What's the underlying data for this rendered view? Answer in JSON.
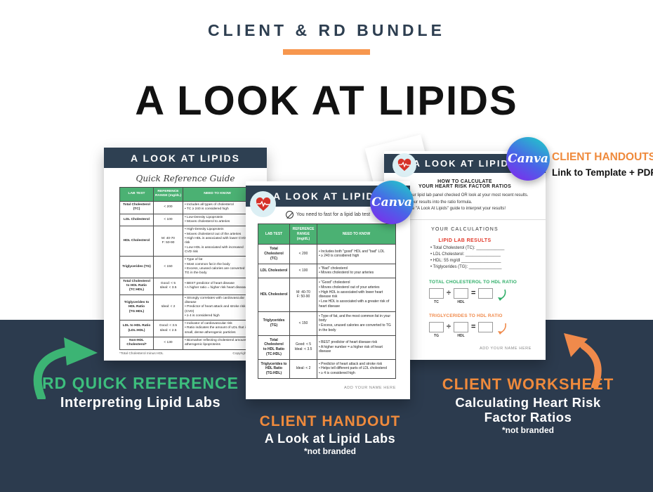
{
  "header": {
    "kicker": "CLIENT & RD BUNDLE",
    "title": "A LOOK AT LIPIDS"
  },
  "colors": {
    "navy": "#2E4052",
    "band": "#2C3B4E",
    "table_green": "#4BB173",
    "label_green": "#3DBE7D",
    "orange": "#EF8A3C",
    "bar_orange": "#F7974E",
    "result_red": "#E23A2B",
    "heart_red": "#D63229",
    "canva_gradient": [
      "#23C3CB",
      "#4A63E8",
      "#7C2FEB"
    ]
  },
  "canva": {
    "label": "Canva"
  },
  "docs": {
    "rd": {
      "header": "A LOOK AT LIPIDS",
      "subtitle": "Quick Reference Guide",
      "headers": [
        "LAB TEST",
        "REFERENCE RANGE (mg/dL)",
        "NEED TO KNOW"
      ],
      "rows": [
        {
          "lab": "Total Cholesterol\n(TC)",
          "range": "< 200",
          "know": "• Includes all types of cholesterol\n• TC ≥ 240 is considered high"
        },
        {
          "lab": "LDL Cholesterol",
          "range": "< 100",
          "know": "• Low-Density Lipoprotein\n• Moves cholesterol to arteries"
        },
        {
          "lab": "HDL Cholesterol",
          "range": "M: 40-70\nF: 50-90",
          "know": "• High-Density Lipoprotein\n• Moves cholesterol out of the arteries\n• High HDL is associated with lower CVD risk\n• Low HDL is associated with increased CVD risk"
        },
        {
          "lab": "Triglycerides (TG)",
          "range": "< 150",
          "know": "• Type of fat\n• Most common fat in the body\n• Excess, unused calories are converted to TG in the body"
        },
        {
          "lab": "Total Cholesterol\nto HDL Ratio\n(TC:HDL)",
          "range": "Good: < 5\nIdeal: < 3.5",
          "know": "• BEST predictor of heart disease\n• A higher ratio = higher risk heart disease"
        },
        {
          "lab": "Triglycerides to\nHDL Ratio\n(TG:HDL)",
          "range": "Ideal: < 2",
          "know": "• Strongly correlates with cardiovascular disease\n• Predictor of heart attack and stroke risk (CVD)\n• ≥ 4 is considered high"
        },
        {
          "lab": "LDL to HDL Ratio\n(LDL:HDL)",
          "range": "Good: < 3.5\nIdeal: < 2.5",
          "know": "• Indicator of cardiovascular risk\n• Ratio indicates the amount of LDL that is small, dense atherogenic particles"
        },
        {
          "lab": "Non-HDL\nCholesterol*",
          "range": "< 130",
          "know": "• Biomarker reflecting cholesterol amount in atherogenic lipoproteins"
        }
      ],
      "footnote": "*Total Cholesterol minus HDL",
      "copyright": "Copyright © The FN"
    },
    "handout": {
      "header": "A LOOK AT LIPIDS",
      "fasting_note": "You need to fast for a lipid lab test",
      "headers": [
        "LAB TEST",
        "REFERENCE RANGE (mg/dL)",
        "NEED TO KNOW"
      ],
      "rows": [
        {
          "lab": "Total Cholesterol\n(TC)",
          "range": "< 200",
          "know": "• Includes both \"good\" HDL and \"bad\" LDL\n• ≥ 240 is considered high"
        },
        {
          "lab": "LDL Cholesterol",
          "range": "< 100",
          "know": "• \"Bad\" cholesterol\n• Moves cholesterol to your arteries"
        },
        {
          "lab": "HDL Cholesterol",
          "range": "M: 40-70\nF: 50-90",
          "know": "• \"Good\" cholesterol\n• Moves cholesterol out of your arteries\n• High HDL is associated with lower heart disease risk\n• Low HDL is associated with a greater risk of heart disease"
        },
        {
          "lab": "Triglycerides (TG)",
          "range": "< 150",
          "know": "• Type of fat, and the most common fat in your body\n• Excess, unused calories are converted to TG in the body"
        },
        {
          "lab": "Total Cholesterol\nto HDL Ratio\n(TC:HDL)",
          "range": "Good: < 5\nIdeal: < 3.5",
          "know": "• BEST predictor of heart disease risk\n• A higher number = a higher risk of heart disease"
        },
        {
          "lab": "Triglycerides to\nHDL Ratio\n(TG:HDL)",
          "range": "Ideal: < 2",
          "know": "• Predictor of heart attack and stroke risk\n• Helps tell different parts of LDL cholesterol\n• ≥ 4 is considered high"
        }
      ],
      "footer": "ADD YOUR NAME HERE"
    },
    "worksheet": {
      "header": "A LOOK AT LIPIDS",
      "how_title": "HOW TO CALCULATE\nYOUR HEART RISK FACTOR RATIOS",
      "steps": "1. Get your lipid lab panel checked OR look at your most recent results.\n2. Plug your results into the ratio formula.\n3. Use the \"A Look At Lipids\" guide to interpret your results!",
      "calc_title": "YOUR CALCULATIONS",
      "results_title": "LIPID LAB RESULTS",
      "result_lines": "• Total Cholesterol (TC): ____________\n• LDL Cholesterol: _______________\n• HDL: 55 mg/dl _________________\n• Triglycerides (TG): ______________",
      "divide": "÷",
      "equals": "=",
      "ratio1": {
        "title": "TOTAL CHOLESTEROL TO HDL RATIO",
        "left_label": "TC",
        "right_label": "HDL"
      },
      "ratio2": {
        "title": "TRIGLYCERIDES TO HDL RATIO",
        "left_label": "TG",
        "right_label": "HDL"
      },
      "footer": "ADD YOUR NAME HERE"
    }
  },
  "annotations": {
    "top_right": {
      "title": "CLIENT HANDOUTS",
      "subtitle": "Link to Template + PDF!"
    },
    "rd": {
      "title": "RD QUICK REFERENCE",
      "subtitle": "Interpreting Lipid Labs"
    },
    "handout": {
      "title": "CLIENT HANDOUT",
      "subtitle": "A Look at Lipid Labs",
      "note": "*not branded"
    },
    "worksheet": {
      "title": "CLIENT WORKSHEET",
      "subtitle": "Calculating Heart Risk\nFactor Ratios",
      "note": "*not branded"
    }
  }
}
